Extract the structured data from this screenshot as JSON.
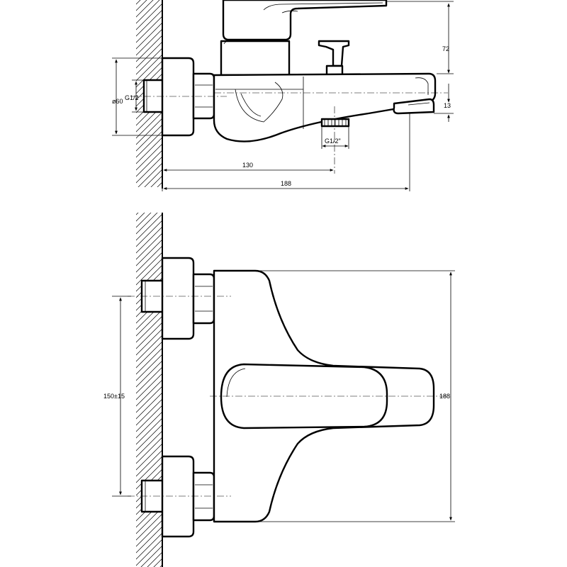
{
  "dimensions": {
    "top_height": "72",
    "spout_drop": "13",
    "outlet_thread": "G1/2\"",
    "inlet_thread": "G1/2",
    "escutcheon_diameter": "ø60",
    "outlet_distance": "130",
    "overall_depth": "188",
    "inlet_spacing": "150±15",
    "overall_width": "188"
  },
  "colors": {
    "line": "#000000",
    "background": "#ffffff"
  }
}
